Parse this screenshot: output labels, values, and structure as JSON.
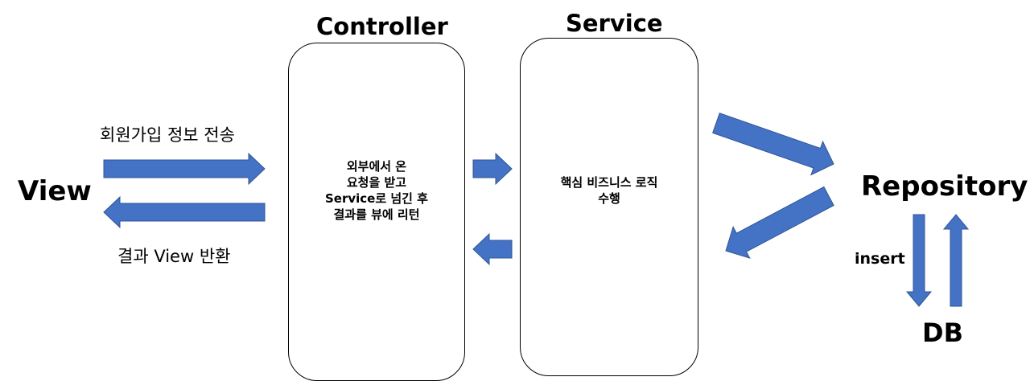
{
  "view": {
    "label": "View"
  },
  "controller": {
    "title": "Controller",
    "lines": [
      "외부에서 온",
      "요청을 받고",
      "Service로 넘긴 후",
      "결과를 뷰에 리턴"
    ]
  },
  "service": {
    "title": "Service",
    "lines": [
      "핵심 비즈니스 로직",
      "수행"
    ]
  },
  "repository": {
    "label": "Repository"
  },
  "db": {
    "label": "DB"
  },
  "edges": {
    "signup": "회원가입 정보 전송",
    "result": "결과 View 반환",
    "insert": "insert"
  },
  "colors": {
    "arrow": "#4472C4",
    "arrow_stroke": "#2F5597"
  }
}
